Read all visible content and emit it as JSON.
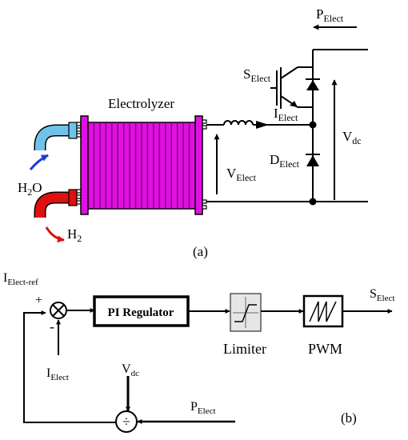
{
  "part_a": {
    "caption": "(a)",
    "electrolyzer_label": "Electrolyzer",
    "water_label": {
      "main": "H",
      "sub": "2",
      "tail": "O"
    },
    "hydrogen_label": {
      "main": "H",
      "sub": "2"
    },
    "power_label": {
      "main": "P",
      "sub": "Elect"
    },
    "switch_label": {
      "main": "S",
      "sub": "Elect"
    },
    "current_label": {
      "main": "I",
      "sub": "Elect"
    },
    "diode_label": {
      "main": "D",
      "sub": "Elect"
    },
    "voltage_label": {
      "main": "V",
      "sub": "Elect"
    },
    "dc_voltage_label": {
      "main": "V",
      "sub": "dc"
    }
  },
  "part_b": {
    "caption": "(b)",
    "reference_input": {
      "main": "I",
      "sub": "Elect-ref"
    },
    "plus_sign": "+",
    "minus_sign": "-",
    "feedback_input": {
      "main": "I",
      "sub": "Elect"
    },
    "vdc_input": {
      "main": "V",
      "sub": "dc"
    },
    "power_input": {
      "main": "P",
      "sub": "Elect"
    },
    "divide_symbol": "÷",
    "pi_block_label": "PI Regulator",
    "limiter_label": "Limiter",
    "pwm_label": "PWM",
    "output_label": {
      "main": "S",
      "sub": "Elect"
    }
  },
  "colors": {
    "stack": "#e010e0",
    "stack_lines": "#7a007a",
    "water_pipe": "#6fc3ea",
    "hydrogen_pipe": "#e01010",
    "water_arrow": "#1a3fd0",
    "hydrogen_arrow": "#e01010",
    "ink": "#000000"
  }
}
